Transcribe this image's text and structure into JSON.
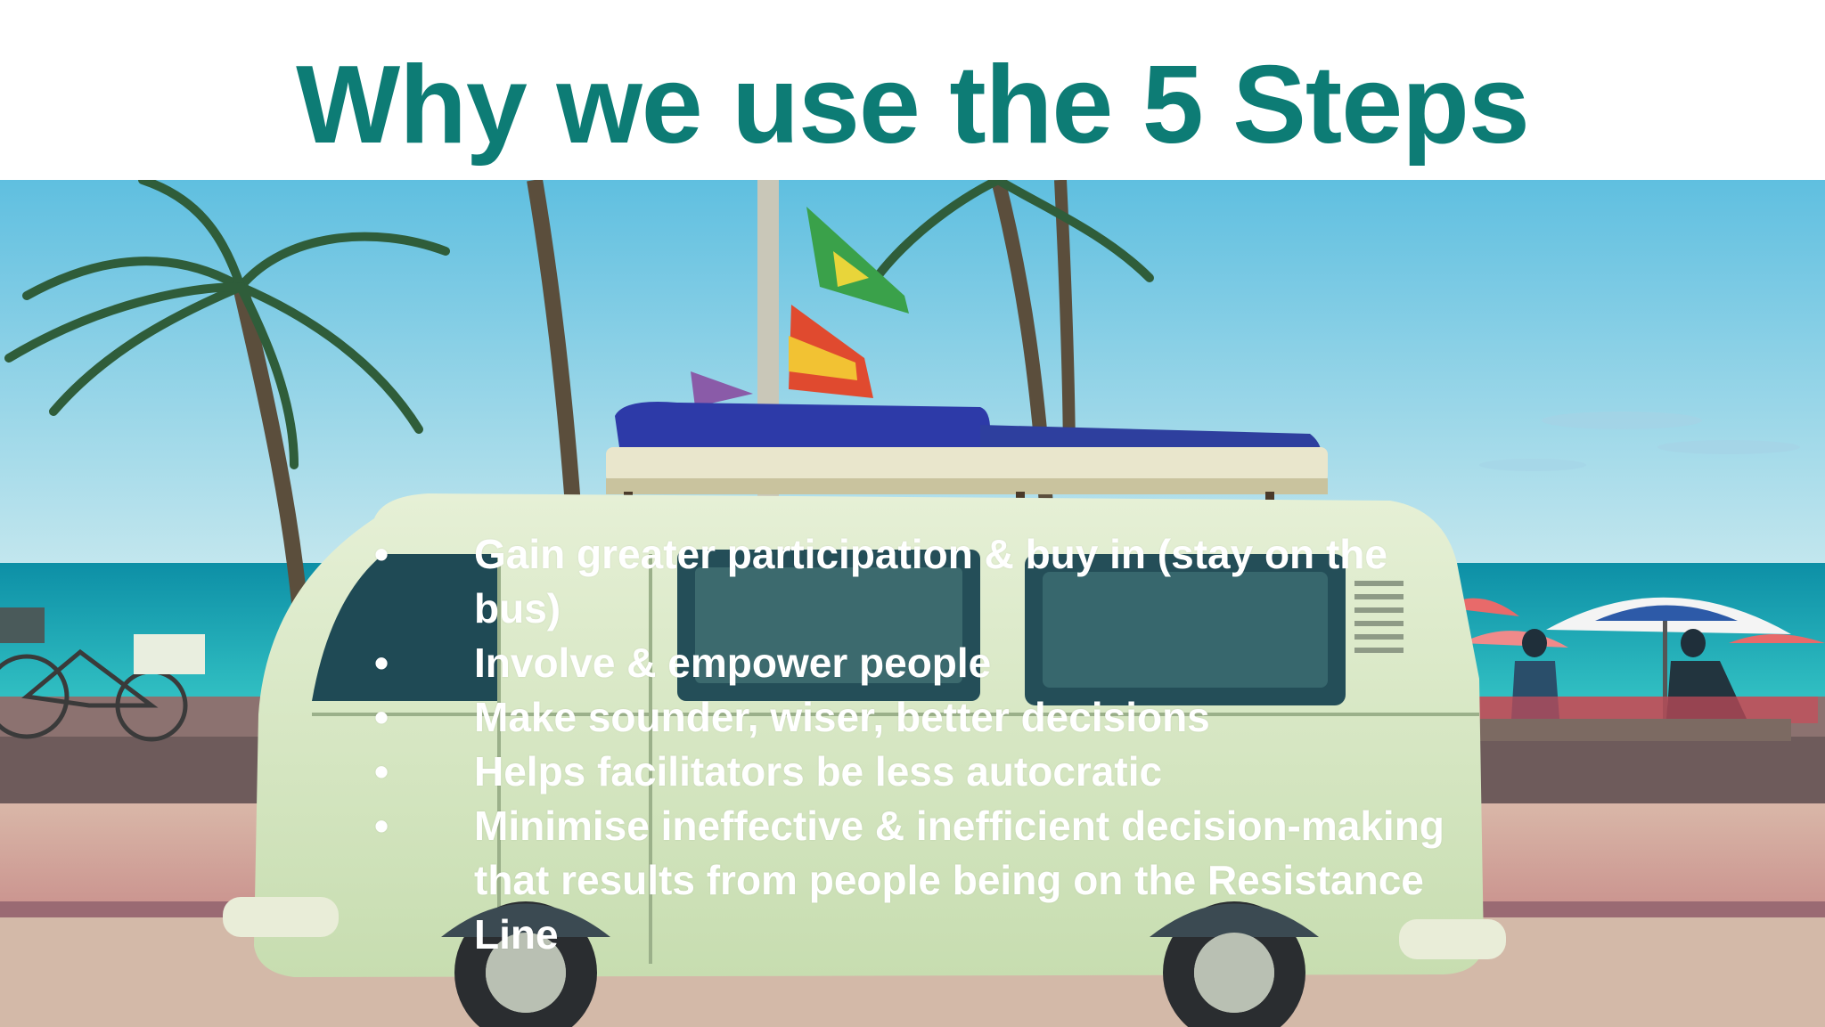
{
  "slide": {
    "title": "Why we use the 5 Steps",
    "bullet_glyph": "•",
    "bullets": [
      "Gain greater participation & buy in (stay on the bus)",
      "Involve & empower people",
      "Make sounder, wiser, better decisions",
      "Helps facilitators be less autocratic",
      "Minimise ineffective & inefficient decision-making that results from people being on the Resistance Line"
    ]
  },
  "colors": {
    "title": "#0d7c75",
    "bullet_text": "#ffffff",
    "sky": "#8fd0e6",
    "sea": "#1fa9b5",
    "van_body": "#d9ecc6",
    "roof_tarp": "#2d3aa8"
  },
  "icons": {
    "background_photo": "beach-van-photo-icon"
  }
}
